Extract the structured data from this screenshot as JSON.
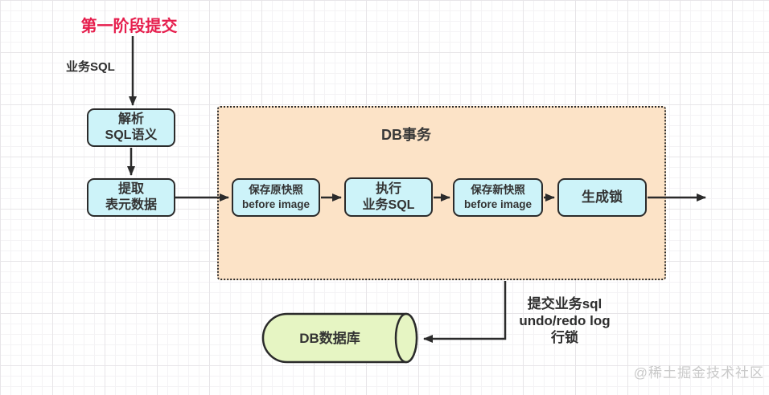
{
  "diagram": {
    "phase_label": "第一阶段提交",
    "input_label": "业务SQL",
    "transaction": {
      "title": "DB事务"
    },
    "nodes": {
      "parse": {
        "line1": "解析",
        "line2": "SQL语义"
      },
      "extract": {
        "line1": "提取",
        "line2": "表元数据"
      },
      "save_original": {
        "line1": "保存原快照",
        "line2": "before image"
      },
      "execute": {
        "line1": "执行",
        "line2": "业务SQL"
      },
      "save_new": {
        "line1": "保存新快照",
        "line2": "before image"
      },
      "generate_lock": {
        "label": "生成锁"
      }
    },
    "database": {
      "label": "DB数据库"
    },
    "commit_note": {
      "line1": "提交业务sql",
      "line2": "undo/redo log",
      "line3": "行锁"
    },
    "watermark": "@稀土掘金技术社区",
    "colors": {
      "phase_label_red": "#e61e4d",
      "node_fill_cyan": "#cdf3f9",
      "transaction_fill_peach": "#fce3c7",
      "database_fill_green": "#e6f5c3",
      "stroke_dark": "#2b2b2b",
      "watermark_gray": "#c9c9c9"
    }
  }
}
